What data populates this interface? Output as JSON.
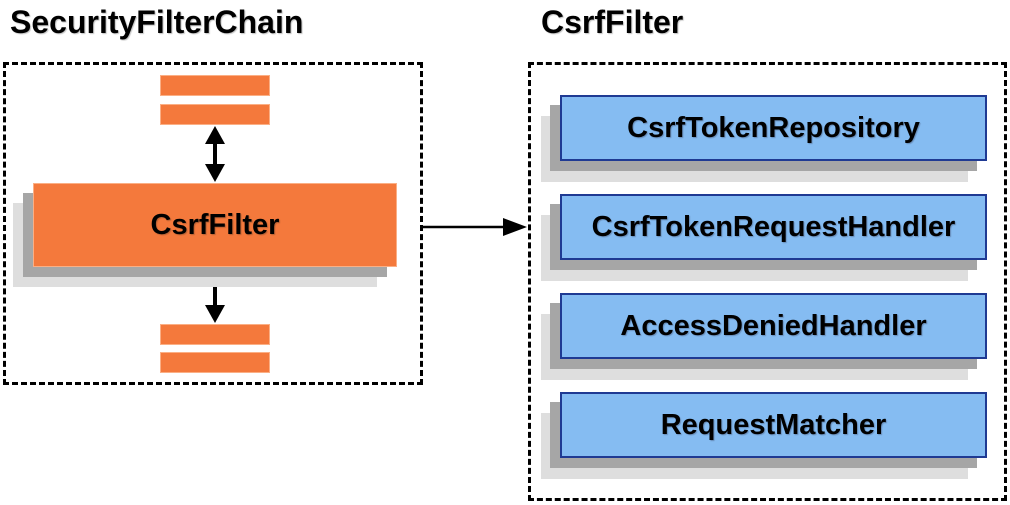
{
  "left_panel": {
    "title": "SecurityFilterChain",
    "filter_box_label": "CsrfFilter",
    "placeholder_bar_count": 4
  },
  "right_panel": {
    "title": "CsrfFilter",
    "components": [
      "CsrfTokenRepository",
      "CsrfTokenRequestHandler",
      "AccessDeniedHandler",
      "RequestMatcher"
    ]
  },
  "icons": {
    "vertical_double_arrow": "double-arrow-icon",
    "right_arrow": "arrow-right-icon"
  },
  "colors": {
    "orange_fill": "#F4793C",
    "orange_border": "#FBAF85",
    "blue_fill": "#85BCF2",
    "blue_border": "#1F3A93",
    "shadow_dark": "#A6A6A6",
    "shadow_light": "#DEDEDE",
    "outline_black": "#000000"
  }
}
